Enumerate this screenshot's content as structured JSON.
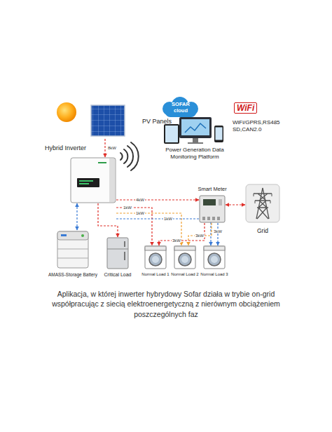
{
  "diagram": {
    "caption": "Aplikacja, w której inwerter hybrydowy Sofar działa w trybie on-grid współpracując z siecią elektroenergetyczną z nierównym obciążeniem poszczególnych faz",
    "nodes": [
      {
        "text": [
          "PV Panels"
        ]
      },
      {
        "text": [
          "SOFAR cloud"
        ]
      },
      {
        "text": [
          "Power Generation Data Monitoring Platform"
        ]
      },
      {
        "text": [
          "Hybrid Inverter"
        ]
      },
      {
        "text": [
          "Smart Meter"
        ]
      },
      {
        "text": [
          "Grid"
        ]
      },
      {
        "text": [
          "AMASS-Storage Battery"
        ]
      },
      {
        "text": [
          "Critical Load"
        ]
      },
      {
        "text": [
          "Normal Load 1"
        ]
      },
      {
        "text": [
          "Normal Load 2"
        ]
      },
      {
        "text": [
          "Normal Load 3"
        ]
      }
    ],
    "edges": [
      {
        "from": 0,
        "to": 3,
        "arrow": "to",
        "label": "8kW"
      },
      {
        "from": 3,
        "to": 4,
        "arrow": "to",
        "label": "4kW"
      },
      {
        "from": 4,
        "to": 5,
        "arrow": "both"
      },
      {
        "from": 3,
        "to": 6,
        "arrow": "both"
      },
      {
        "from": 3,
        "to": 7,
        "arrow": "to"
      },
      {
        "from": 3,
        "to": 8,
        "arrow": "to",
        "label": "1kW"
      },
      {
        "from": 3,
        "to": 9,
        "arrow": "to",
        "label": "1kW"
      },
      {
        "from": 3,
        "to": 10,
        "arrow": "to",
        "label": "1kW"
      },
      {
        "from": 4,
        "to": 8,
        "arrow": "to",
        "label": "3kW"
      },
      {
        "from": 4,
        "to": 9,
        "arrow": "to",
        "label": "3kW"
      },
      {
        "from": 4,
        "to": 10,
        "arrow": "to",
        "label": "3kW"
      }
    ],
    "labels": [
      "WiFi",
      "WiFi/GPRS,RS485 SD,CAN2.0"
    ]
  }
}
